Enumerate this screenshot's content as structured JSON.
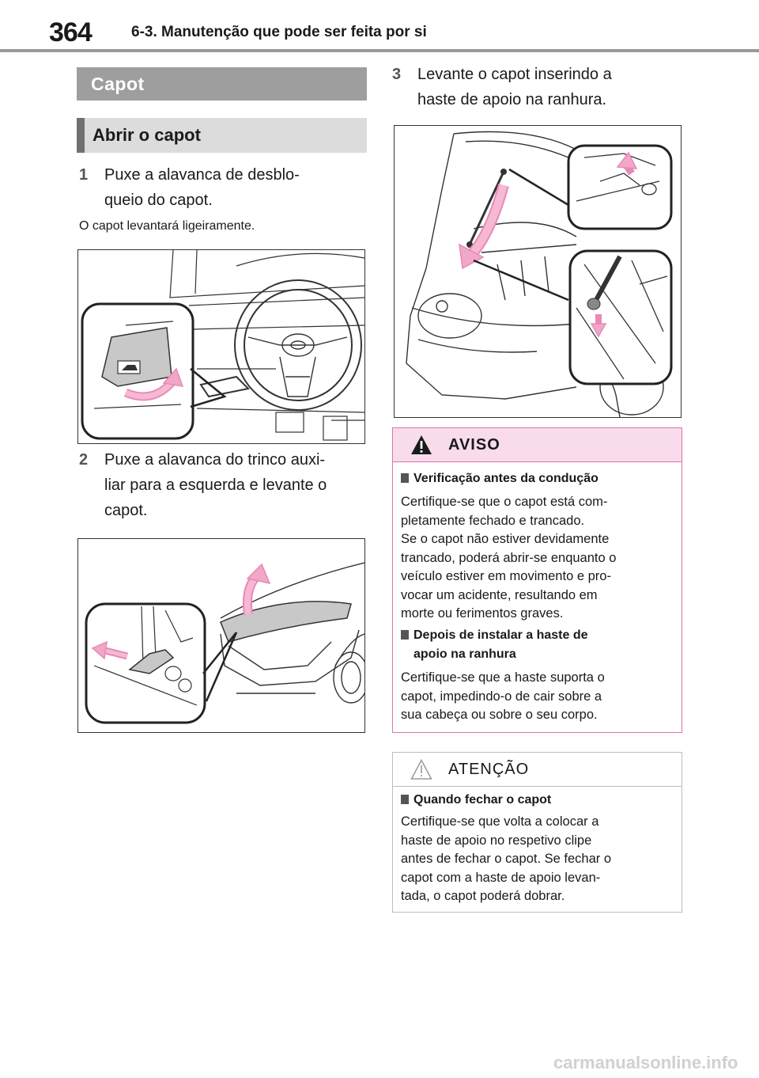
{
  "header": {
    "page_number": "364",
    "chapter": "6-3. Manutenção que pode ser feita por si"
  },
  "section": {
    "title": "Capot",
    "subtitle": "Abrir o capot"
  },
  "steps": [
    {
      "num": "1",
      "lines": [
        "Puxe a alavanca de desblo-",
        "queio do capot."
      ]
    },
    {
      "num": "2",
      "lines": [
        "Puxe a alavanca do trinco auxi-",
        "liar para a esquerda e levante o",
        "capot."
      ]
    },
    {
      "num": "3",
      "lines": [
        "Levante o capot inserindo a",
        "haste de apoio na ranhura."
      ]
    }
  ],
  "step1_note": "O capot levantará ligeiramente.",
  "warning": {
    "title": "AVISO",
    "accent": "#e46fb0",
    "header_bg": "#f9dcec",
    "items": [
      {
        "heading": "Verificação antes da condução",
        "lines": [
          "Certifique-se que o capot está com-",
          "pletamente fechado e trancado.",
          "Se o capot não estiver devidamente",
          "trancado, poderá abrir-se enquanto o",
          "veículo estiver em movimento e pro-",
          "vocar um acidente, resultando em",
          "morte ou ferimentos graves."
        ]
      },
      {
        "heading_lines": [
          "Depois de instalar a haste de",
          "apoio na ranhura"
        ],
        "lines": [
          "Certifique-se que a haste suporta o",
          "capot, impedindo-o de cair sobre a",
          "sua cabeça ou sobre o seu corpo."
        ]
      }
    ]
  },
  "caution": {
    "title": "ATENÇÃO",
    "items": [
      {
        "heading": "Quando fechar o capot",
        "lines": [
          "Certifique-se que volta a colocar a",
          "haste de apoio no respetivo clipe",
          "antes de fechar o capot. Se fechar o",
          "capot com a haste de apoio levan-",
          "tada, o capot poderá dobrar."
        ]
      }
    ]
  },
  "colors": {
    "arrow": "#f2a6c8",
    "header_rule": "#9a9a9a",
    "section_bg": "#9e9e9e"
  },
  "footer": {
    "watermark": "carmanualsonline.info"
  }
}
